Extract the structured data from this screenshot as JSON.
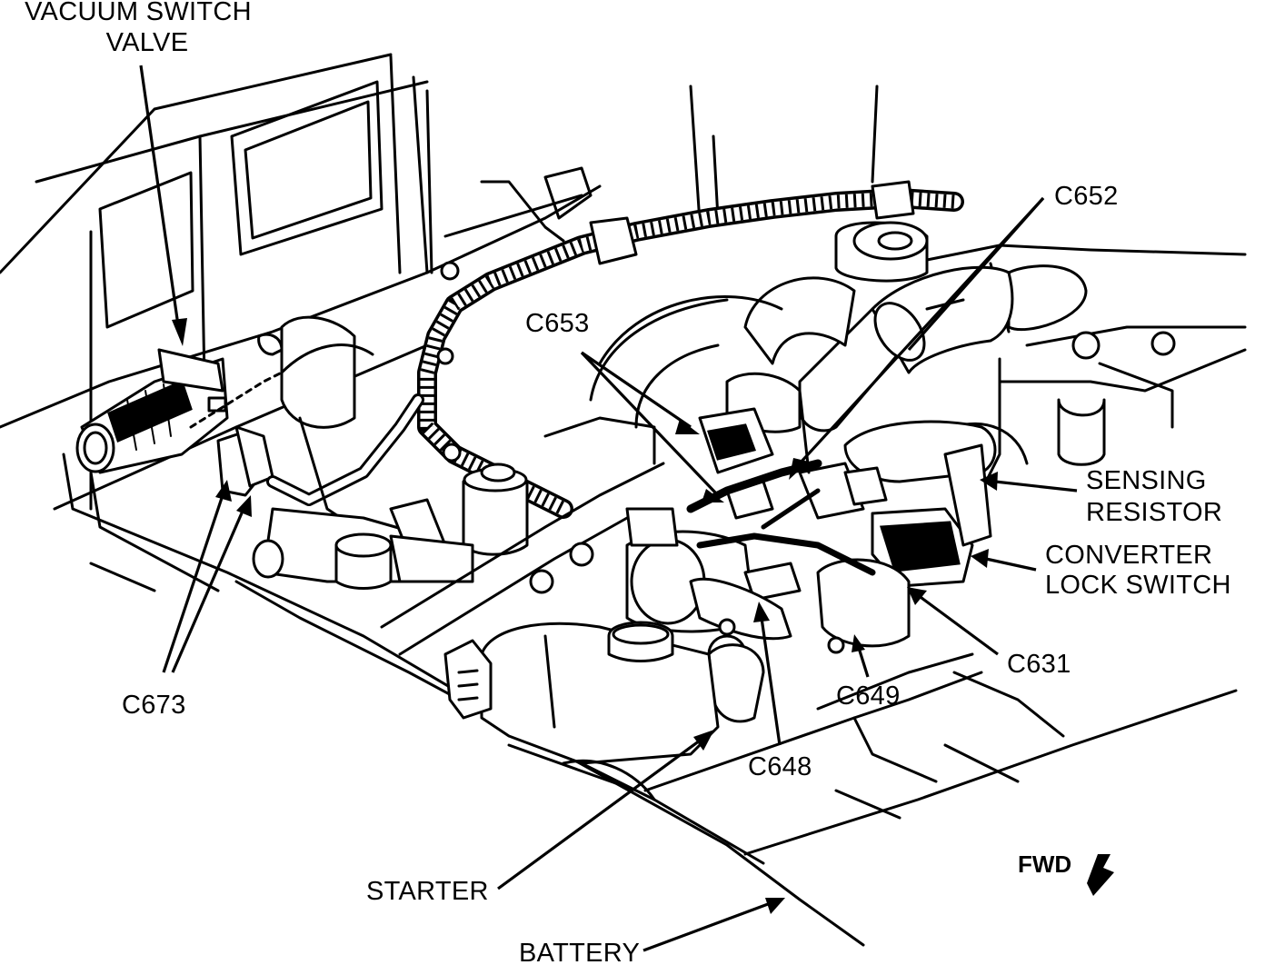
{
  "labels": {
    "vacuum_switch_valve_line1": "VACUUM SWITCH",
    "vacuum_switch_valve_line2": "VALVE",
    "c652": "C652",
    "c653": "C653",
    "sensing_resistor_line1": "SENSING",
    "sensing_resistor_line2": "RESISTOR",
    "converter_lock_switch_line1": "CONVERTER",
    "converter_lock_switch_line2": "LOCK SWITCH",
    "c631": "C631",
    "c649": "C649",
    "c648": "C648",
    "c673": "C673",
    "starter": "STARTER",
    "battery": "BATTERY",
    "fwd": "FWD"
  }
}
